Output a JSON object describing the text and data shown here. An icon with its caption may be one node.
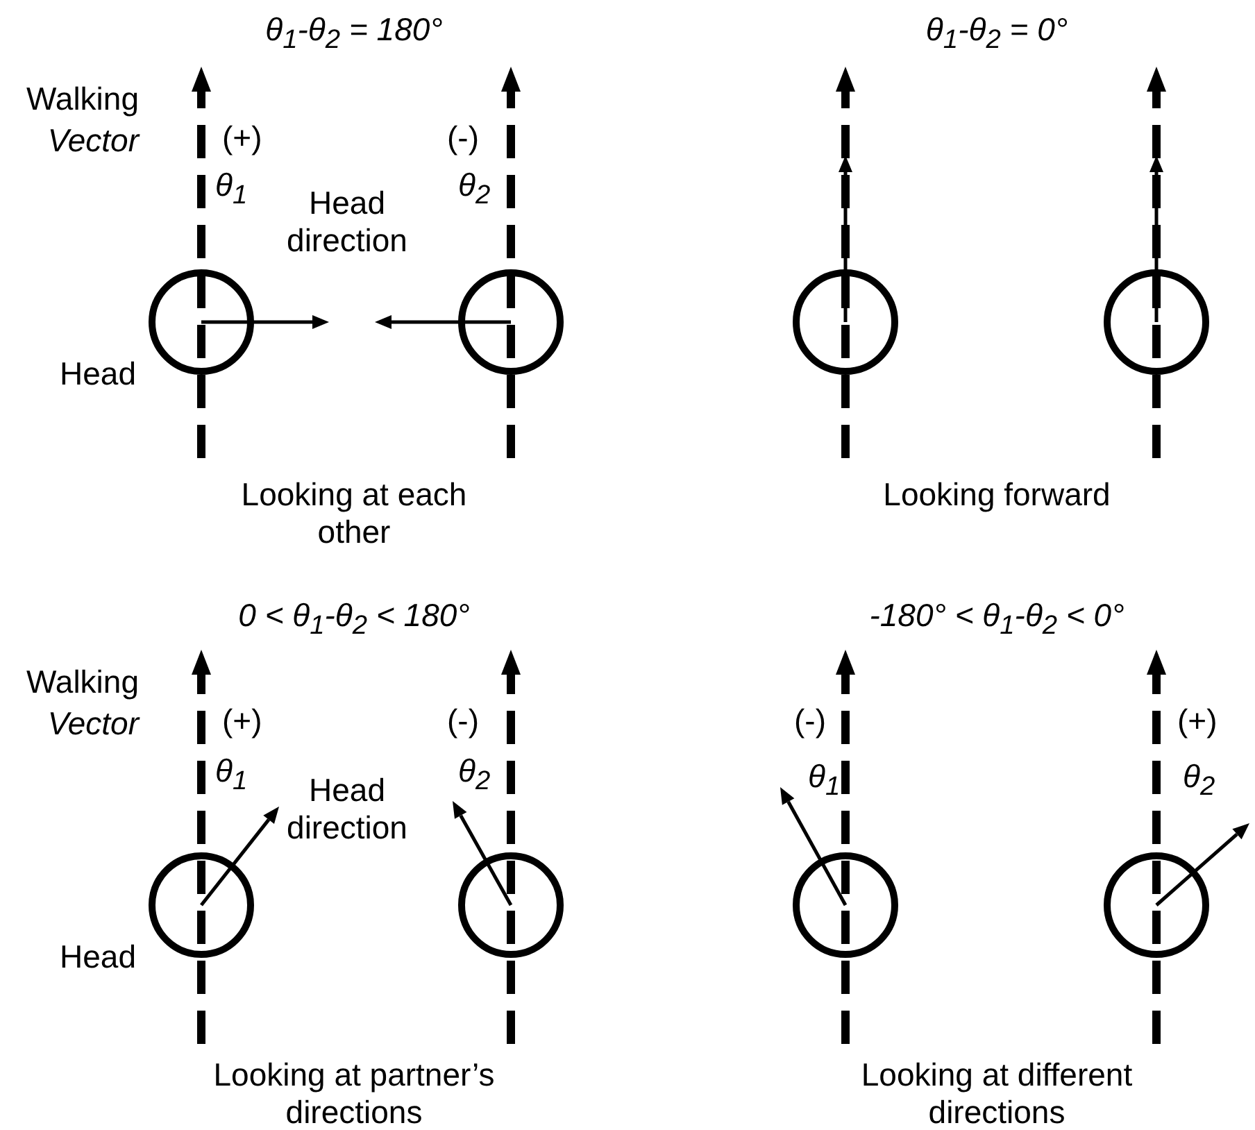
{
  "diagram": {
    "nodes": [
      {
        "text": [],
        "shape": "circle"
      },
      {
        "text": [],
        "shape": "circle"
      },
      {
        "text": [],
        "shape": "circle"
      },
      {
        "text": [],
        "shape": "circle"
      },
      {
        "text": [],
        "shape": "circle"
      },
      {
        "text": [],
        "shape": "circle"
      },
      {
        "text": [],
        "shape": "circle"
      },
      {
        "text": [],
        "shape": "circle"
      }
    ],
    "labels": [
      "θ$_{1}$-θ$_{2}$ = 180°",
      "Walking *Vector*",
      "(+)",
      "(-)",
      "θ$_{1}$",
      "θ$_{2}$",
      "Head direction",
      "Head",
      "Looking at each other",
      "θ$_{1}$-θ$_{2}$ = 0°",
      "Looking forward",
      "0 < θ$_{1}$-θ$_{2}$ < 180°",
      "Walking *Vector*",
      "(+)",
      "(-)",
      "θ$_{1}$",
      "θ$_{2}$",
      "Head direction",
      "Head",
      "Looking at partner’s directions",
      "-180° < θ$_{1}$-θ$_{2}$ < 0°",
      "(-)",
      "(+)",
      "θ$_{1}$",
      "θ$_{2}$",
      "Looking at different directions"
    ]
  }
}
